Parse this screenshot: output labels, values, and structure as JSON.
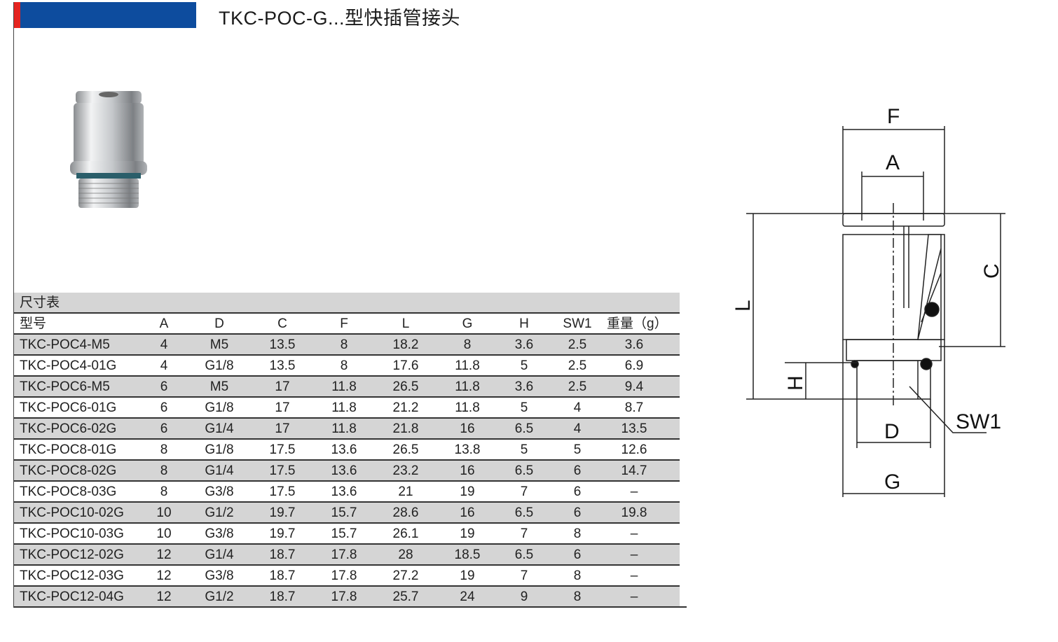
{
  "header": {
    "title": "TKC-POC-G...型快插管接头",
    "bar_color": "#0d4c9e",
    "accent_color": "#e52420"
  },
  "table": {
    "caption": "尺寸表",
    "columns": [
      "型号",
      "A",
      "D",
      "C",
      "F",
      "L",
      "G",
      "H",
      "SW1",
      "重量（g）"
    ],
    "rows": [
      [
        "TKC-POC4-M5",
        "4",
        "M5",
        "13.5",
        "8",
        "18.2",
        "8",
        "3.6",
        "2.5",
        "3.6"
      ],
      [
        "TKC-POC4-01G",
        "4",
        "G1/8",
        "13.5",
        "8",
        "17.6",
        "11.8",
        "5",
        "2.5",
        "6.9"
      ],
      [
        "TKC-POC6-M5",
        "6",
        "M5",
        "17",
        "11.8",
        "26.5",
        "11.8",
        "3.6",
        "2.5",
        "9.4"
      ],
      [
        "TKC-POC6-01G",
        "6",
        "G1/8",
        "17",
        "11.8",
        "21.2",
        "11.8",
        "5",
        "4",
        "8.7"
      ],
      [
        "TKC-POC6-02G",
        "6",
        "G1/4",
        "17",
        "11.8",
        "21.8",
        "16",
        "6.5",
        "4",
        "13.5"
      ],
      [
        "TKC-POC8-01G",
        "8",
        "G1/8",
        "17.5",
        "13.6",
        "26.5",
        "13.8",
        "5",
        "5",
        "12.6"
      ],
      [
        "TKC-POC8-02G",
        "8",
        "G1/4",
        "17.5",
        "13.6",
        "23.2",
        "16",
        "6.5",
        "6",
        "14.7"
      ],
      [
        "TKC-POC8-03G",
        "8",
        "G3/8",
        "17.5",
        "13.6",
        "21",
        "19",
        "7",
        "6",
        "–"
      ],
      [
        "TKC-POC10-02G",
        "10",
        "G1/2",
        "19.7",
        "15.7",
        "28.6",
        "16",
        "6.5",
        "6",
        "19.8"
      ],
      [
        "TKC-POC10-03G",
        "10",
        "G3/8",
        "19.7",
        "15.7",
        "26.1",
        "19",
        "7",
        "8",
        "–"
      ],
      [
        "TKC-POC12-02G",
        "12",
        "G1/4",
        "18.7",
        "17.8",
        "28",
        "18.5",
        "6.5",
        "6",
        "–"
      ],
      [
        "TKC-POC12-03G",
        "12",
        "G3/8",
        "18.7",
        "17.8",
        "27.2",
        "19",
        "7",
        "8",
        "–"
      ],
      [
        "TKC-POC12-04G",
        "12",
        "G1/2",
        "18.7",
        "17.8",
        "25.7",
        "24",
        "9",
        "8",
        "–"
      ]
    ]
  },
  "diagram": {
    "labels": {
      "F": "F",
      "A": "A",
      "C": "C",
      "L": "L",
      "H": "H",
      "D": "D",
      "G": "G",
      "SW1": "SW1"
    }
  }
}
